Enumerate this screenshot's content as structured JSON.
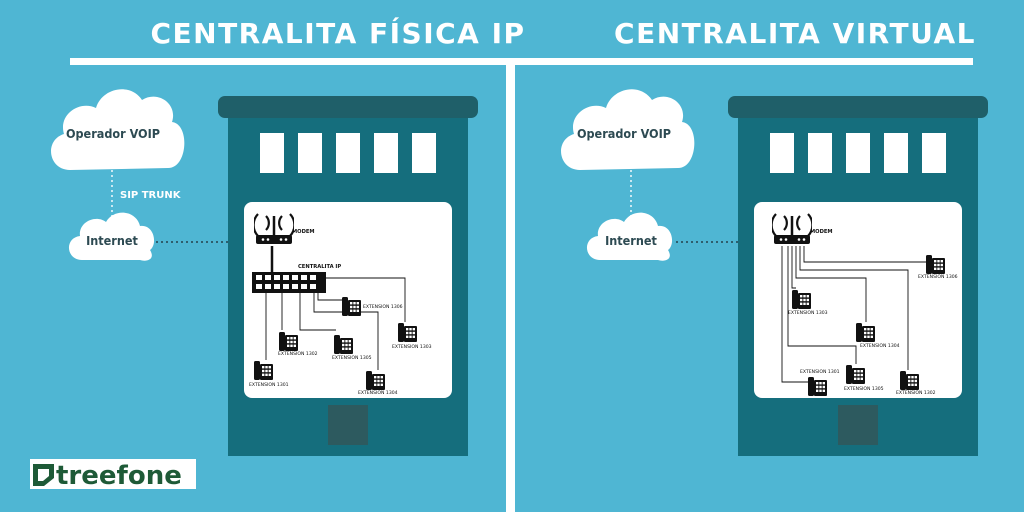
{
  "left": {
    "title": "CENTRALITA FÍSICA IP",
    "cloud_operator": "Operador VOIP",
    "sip_trunk": "SIP TRUNK",
    "cloud_internet": "Internet",
    "modem": "MODEM",
    "switch": "CENTRALITA IP",
    "extensions": [
      "EXTENSION 1306",
      "EXTENSION 1302",
      "EXTENSION 1305",
      "EXTENSION 1303",
      "EXTENSION 1301",
      "EXTENSION 1304"
    ]
  },
  "right": {
    "title": "CENTRALITA VIRTUAL",
    "cloud_operator": "Operador VOIP",
    "cloud_internet": "Internet",
    "modem": "MODEM",
    "extensions": [
      "EXTENSION 1306",
      "EXTENSION 1303",
      "EXTENSION 1304",
      "EXTENSION 1301",
      "EXTENSION 1305",
      "EXTENSION 1302"
    ]
  },
  "logo": {
    "text": "treefone"
  },
  "colors": {
    "background": "#4fb6d3",
    "building": "#156e7d",
    "building_roof": "#1f5f69",
    "panel": "#ffffff",
    "logo_green": "#1e5a37"
  }
}
